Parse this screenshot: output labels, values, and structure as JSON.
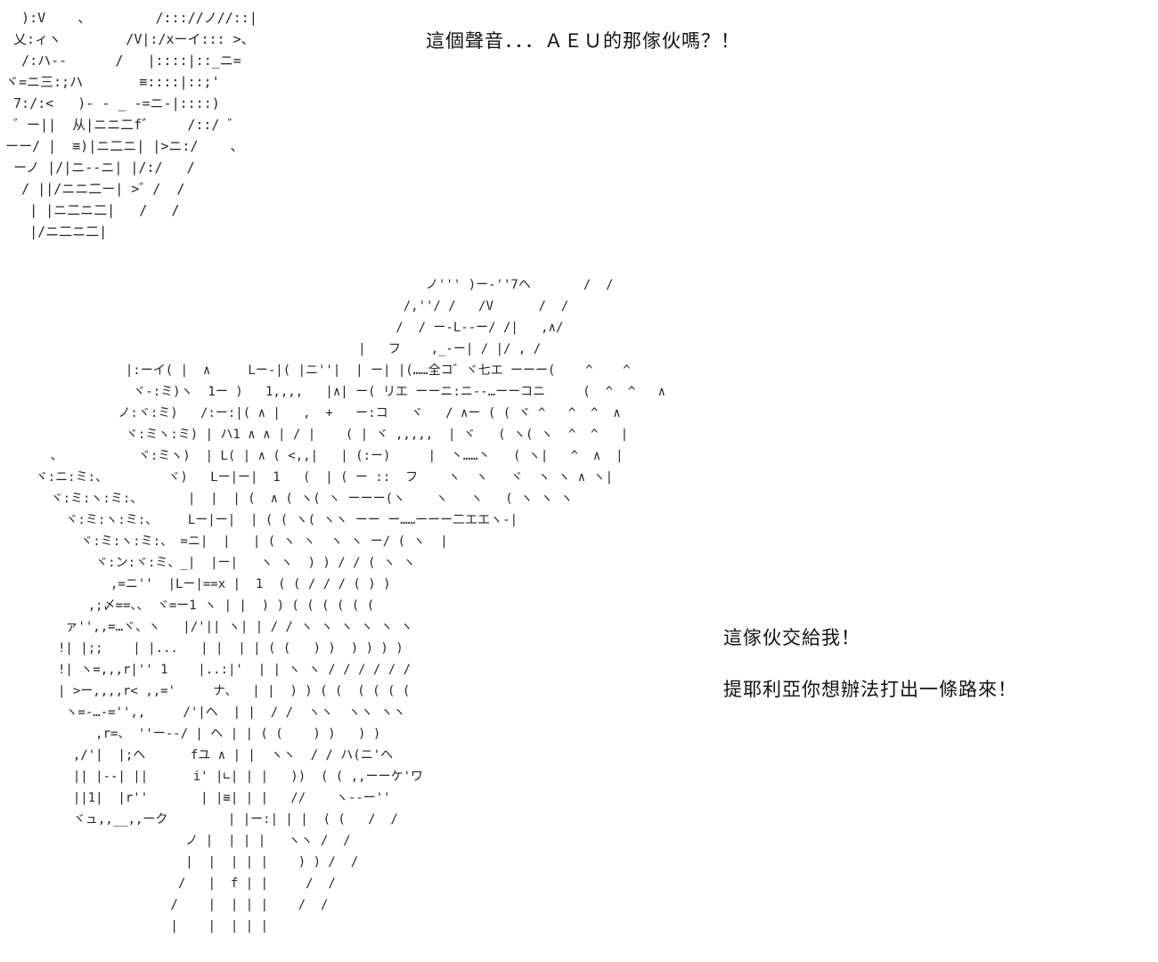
{
  "page": {
    "background_color": "#ffffff",
    "text_color": "#1f1f1f",
    "description": "ASCII-art (AA) comic panel: a character face top-left, a large mecha with rifle below, with Chinese dialogue lines"
  },
  "dialogue": {
    "top": "這個聲音．．．ＡＥＵ的那傢伙嗎？！",
    "right_line1": "這傢伙交給我！",
    "right_line2": "提耶利亞你想辦法打出一條路來！"
  },
  "ascii_art": {
    "character_lines": [
      "  ):V    、        /::://ノ//::|",
      " 乂:ィヽ        /V|:/xーイ::: >、",
      "  /:ハ--      /   |::::|::_ニ=",
      "ヾ=ニ三:;ハ       ≡::::|::;'",
      " 7:/:<   )- - _ -=ニ-|::::)",
      " ゛ー||  从|ニニ二f゛    /::/ ゛",
      "ーー/ |  ≡)|ニ二ニ| |>ニ:/    、",
      " ーノ |/|ニ--ニ| |/:/   /",
      "  / ||/ニニ二ー| >゛/  /",
      "   | |ニ二ニ二|   /   /",
      "   |/ニ二ニ二|"
    ],
    "mecha_lines": [
      "                                                        ノ''' )ー-''7ヘ       /  /",
      "                                                     /,''/ /   /V      /  /",
      "                                                    /  / ー-L--ー/ /|   ,∧/",
      "                                               |   フ    ,_-ー| / |/ , /",
      "                |:ーイ( |  ∧     Lー-|( |ニ''|  | ー| |(……全コ゛ヾ七エ ーーー(    ^    ^",
      "                 ヾ-:ミ)ヽ  1ー )   1,,,,   |∧| ー( リエ ーーニ:ニ--…ーーコニ     (  ^  ^   ∧",
      "               ノ:ヾ:ミ)   /:ー:|( ∧ |   ,  +   ー:コ   ヾ   / ∧ー ( ( ヾ ^   ^  ^  ∧",
      "                ヾ:ミヽ:ミ) | ハ1 ∧ ∧ | / |    ( | ヾ ,,,,,  | ヾ   ( ヽ( ヽ  ^  ^   |",
      "      、          ヾ:ミヽ)  | L( | ∧ ( <,,|   | (:ー)     |  丶……丶   ( ヽ|   ^  ∧  |",
      "    ヾ:ニ:ミ:、        ヾ)   Lー|ー|  1   (  | ( ー ::  フ    ヽ  ヽ   ヾ  ヽ ヽ ∧ ヽ|",
      "      ヾ:ミ:ヽ:ミ:、      |  |  | (  ∧ ( ヽ( ヽ ーーー(ヽ    ヽ   ヽ   ( ヽ ヽ ヽ",
      "        ヾ:ミ:ヽ:ミ:、    Lー|ー|  | ( ( ヽ( ヽヽ ーー ー……ーーー二エエヽ-|",
      "          ヾ:ミ:ヽ:ミ:、 =ニ|  |   | ( ヽ ヽ  ヽ ヽ ー/ ( ヽ  |",
      "            ヾ:ン:ヾ:ミ、_|  |ー|   ヽ ヽ  ) ) / / ( ヽ ヽ",
      "              ,=ニ''  |Lー|==x |  1  ( ( / / / ( ) )",
      "           ,;〆==、、 ヾ=ー1 ヽ | |  ) ) ( ( ( ( ( (",
      "        ァ'',,=…ヾ、ヽ   |/'|| ヽ| | / / ヽ ヽ ヽ ヽ ヽ ヽ",
      "       !| |;;    | |...   | |  | | ( (   ) )  ) ) ) )",
      "       !| ヽ=,,,r|'' 1    |..:|'  | | ヽ ヽ / / / / / /",
      "       | >ー,,,,r< ,,='     ナ、  | |  ) ) ( (  ( ( ( (",
      "        ヽ=-…-='',,     /'|ヘ  | |  / /  ヽヽ  ヽヽ ヽヽ",
      "            ,r=、 ''ー--/ | ヘ | | ( (    ) )   ) )",
      "         ,/'|  |;ヘ      fユ ∧ | |  ヽヽ  / / ハ(ニ'ヘ",
      "         || |--| ||      i' |∟| | |   ))  ( ( ,,ーーケ'ワ",
      "         ||1|  |r''       | |≡| | |   //    ヽ--ー''",
      "         ヾュ,,__,,ーク        | |ー:| | |  ( (   /  /",
      "                        ノ |  | | |   ヽヽ /  /",
      "                        |  |  | | |    ) ) /  /",
      "                       /   |  f | |     /  /",
      "                      /    |  | | |    /  /",
      "                      |    |  | | |"
    ]
  }
}
